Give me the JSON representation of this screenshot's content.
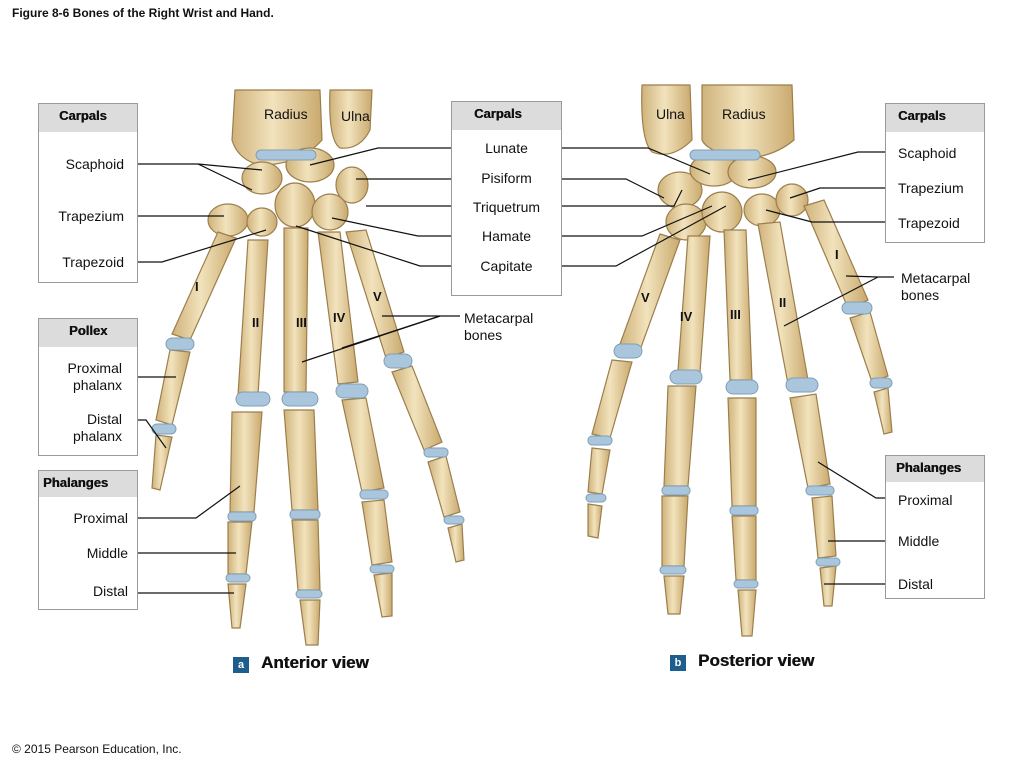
{
  "figure_title": "Figure 8-6 Bones of the Right Wrist and Hand.",
  "copyright": "© 2015 Pearson Education, Inc.",
  "colors": {
    "bone": "#e6d3a3",
    "bone_outline": "#9c7e4c",
    "cartilage": "#a9c6dc",
    "header_bg": "#dcdcdc",
    "badge": "#1f5e8c"
  },
  "anterior": {
    "view_letter": "a",
    "view_title": "Anterior view",
    "forearm": {
      "radius": "Radius",
      "ulna": "Ulna"
    },
    "carpals_left": {
      "title": "Carpals",
      "items": [
        "Scaphoid",
        "Trapezium",
        "Trapezoid"
      ]
    },
    "pollex": {
      "title": "Pollex",
      "items": [
        "Proximal phalanx",
        "Distal phalanx"
      ]
    },
    "phalanges": {
      "title": "Phalanges",
      "items": [
        "Proximal",
        "Middle",
        "Distal"
      ]
    },
    "metacarpal_numerals": [
      "I",
      "II",
      "III",
      "IV",
      "V"
    ]
  },
  "center_carpals": {
    "title": "Carpals",
    "items": [
      "Lunate",
      "Pisiform",
      "Triquetrum",
      "Hamate",
      "Capitate"
    ]
  },
  "metacarpal_bones_label": "Metacarpal bones",
  "posterior": {
    "view_letter": "b",
    "view_title": "Posterior view",
    "forearm": {
      "ulna": "Ulna",
      "radius": "Radius"
    },
    "carpals_right": {
      "title": "Carpals",
      "items": [
        "Scaphoid",
        "Trapezium",
        "Trapezoid"
      ]
    },
    "metacarpal_label": "Metacarpal bones",
    "phalanges": {
      "title": "Phalanges",
      "items": [
        "Proximal",
        "Middle",
        "Distal"
      ]
    },
    "metacarpal_numerals": [
      "I",
      "II",
      "III",
      "IV",
      "V"
    ]
  }
}
